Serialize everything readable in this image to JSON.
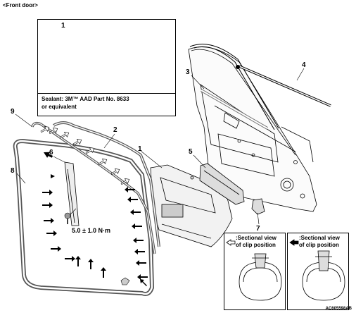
{
  "heading": "<Front door>",
  "inset": {
    "callout": "1",
    "sealant_line1": "Sealant: 3M™ AAD Part No. 8633",
    "sealant_line2": "or equivalent"
  },
  "callouts": {
    "c1": "1",
    "c2": "2",
    "c3": "3",
    "c4": "4",
    "c5": "5",
    "c6": "6",
    "c7": "7",
    "c8": "8",
    "c9": "9"
  },
  "torque": "5.0 ± 1.0 N·m",
  "legend": {
    "open_line1": ":Sectional view",
    "open_line2": "of clip position",
    "filled_line1": ":Sectional view",
    "filled_line2": "of clip position"
  },
  "figure_code": "AC605598AB"
}
